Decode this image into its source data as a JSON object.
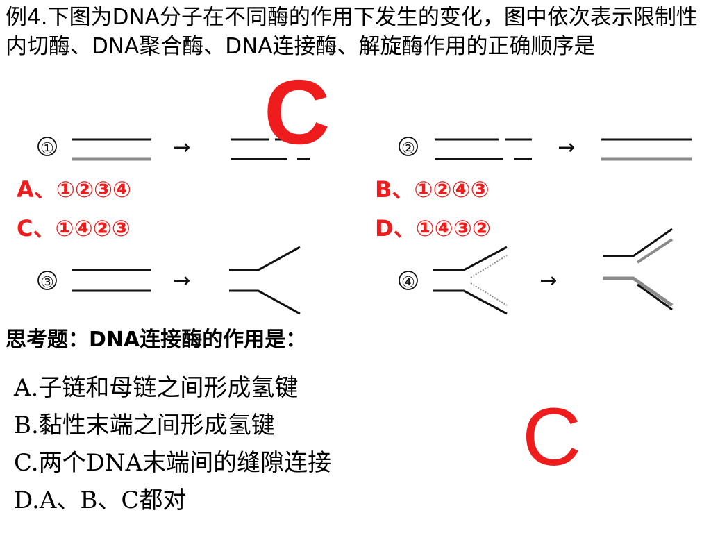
{
  "question": {
    "text": "例4.下图为DNA分子在不同酶的作用下发生的变化，图中依次表示限制性内切酶、DNA聚合酶、DNA连接酶、解旋酶作用的正确顺序是"
  },
  "answer_mark_top": "C",
  "options": {
    "a": "A、①②③④",
    "b": "B、①②④③",
    "c": "C、①④②③",
    "d": "D、①④③②"
  },
  "diagram_labels": {
    "d1": "①",
    "d2": "②",
    "d3": "③",
    "d4": "④",
    "arrow": "→"
  },
  "think": {
    "title": "思考题：DNA连接酶的作用是：",
    "choices": [
      "A.子链和母链之间形成氢键",
      "B.黏性末端之间形成氢键",
      "C.两个DNA末端间的缝隙连接",
      "D.A、B、C都对"
    ]
  },
  "answer_mark_bottom": "C",
  "colors": {
    "accent_red": "#ee1c1c",
    "strand_black": "#111111",
    "strand_gray": "#8a8a8a"
  }
}
